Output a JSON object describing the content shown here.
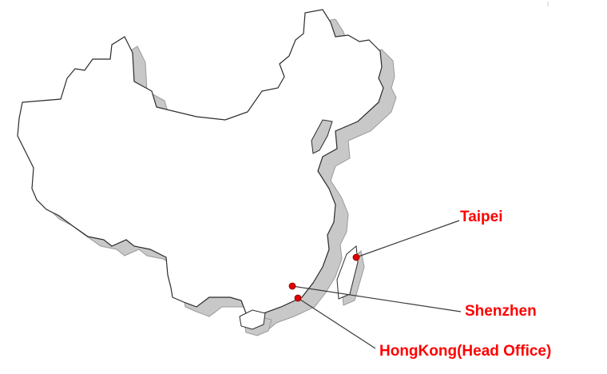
{
  "map": {
    "land_color": "#ffffff",
    "extrusion_color": "#c8c8c8",
    "outline_color": "#2b2b2b",
    "leader_color": "#3a3a3a",
    "marker_color": "#e00000",
    "label_color": "#ff0000"
  },
  "locations": [
    {
      "id": "taipei",
      "label": "Taipei"
    },
    {
      "id": "shenzhen",
      "label": "Shenzhen"
    },
    {
      "id": "hongkong",
      "label": "HongKong(Head Office)"
    }
  ]
}
